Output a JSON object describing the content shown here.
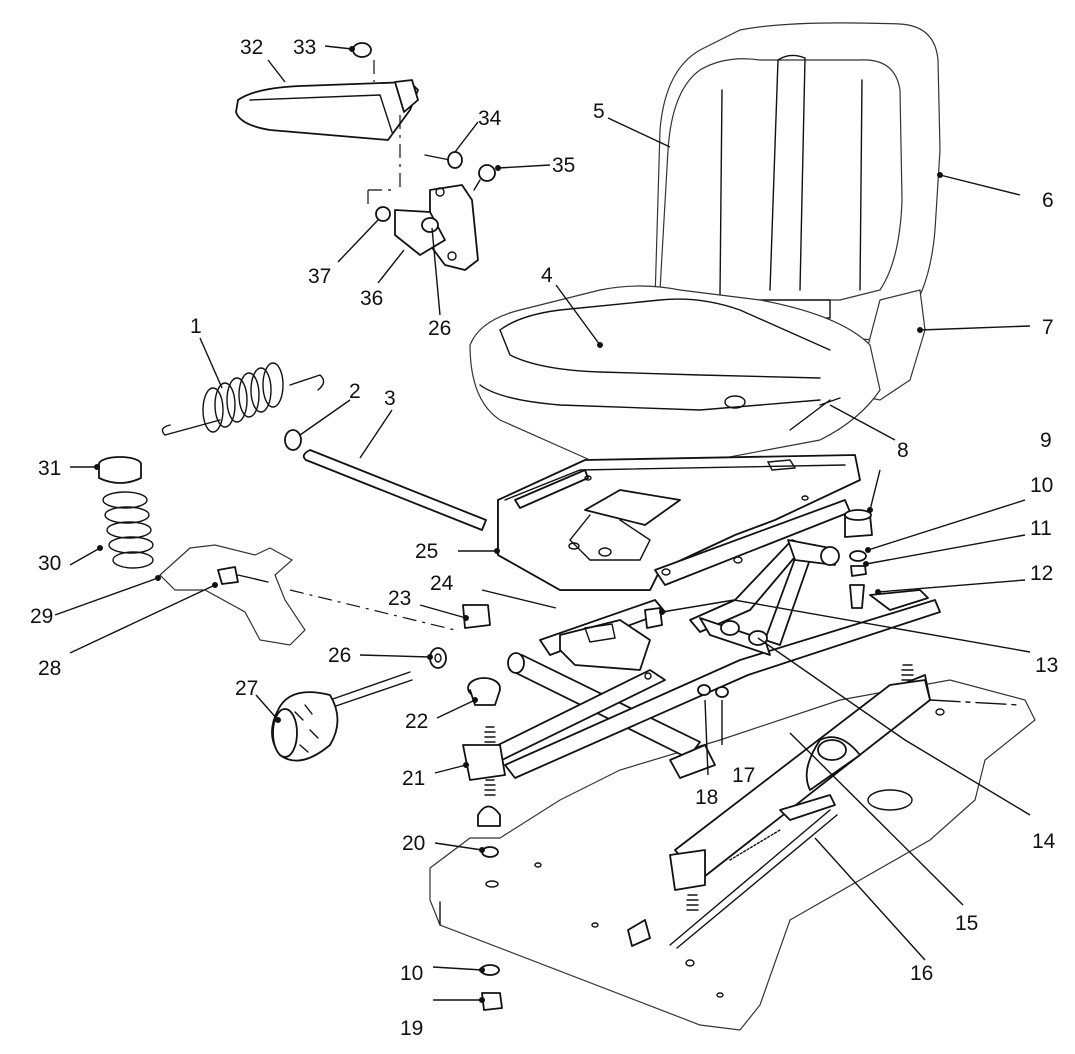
{
  "diagram": {
    "colors": {
      "ink": "#111111",
      "paper": "#ffffff"
    },
    "callouts": [
      {
        "id": "c1",
        "label": "1"
      },
      {
        "id": "c2",
        "label": "2"
      },
      {
        "id": "c3",
        "label": "3"
      },
      {
        "id": "c4",
        "label": "4"
      },
      {
        "id": "c5",
        "label": "5"
      },
      {
        "id": "c6",
        "label": "6"
      },
      {
        "id": "c7",
        "label": "7"
      },
      {
        "id": "c8",
        "label": "8"
      },
      {
        "id": "c9",
        "label": "9"
      },
      {
        "id": "c10a",
        "label": "10"
      },
      {
        "id": "c10b",
        "label": "10"
      },
      {
        "id": "c11",
        "label": "11"
      },
      {
        "id": "c12",
        "label": "12"
      },
      {
        "id": "c13",
        "label": "13"
      },
      {
        "id": "c14",
        "label": "14"
      },
      {
        "id": "c15",
        "label": "15"
      },
      {
        "id": "c16",
        "label": "16"
      },
      {
        "id": "c17",
        "label": "17"
      },
      {
        "id": "c18",
        "label": "18"
      },
      {
        "id": "c19",
        "label": "19"
      },
      {
        "id": "c20",
        "label": "20"
      },
      {
        "id": "c21",
        "label": "21"
      },
      {
        "id": "c22",
        "label": "22"
      },
      {
        "id": "c23",
        "label": "23"
      },
      {
        "id": "c24",
        "label": "24"
      },
      {
        "id": "c25",
        "label": "25"
      },
      {
        "id": "c26a",
        "label": "26"
      },
      {
        "id": "c26b",
        "label": "26"
      },
      {
        "id": "c27",
        "label": "27"
      },
      {
        "id": "c28",
        "label": "28"
      },
      {
        "id": "c29",
        "label": "29"
      },
      {
        "id": "c30",
        "label": "30"
      },
      {
        "id": "c31",
        "label": "31"
      },
      {
        "id": "c32",
        "label": "32"
      },
      {
        "id": "c33",
        "label": "33"
      },
      {
        "id": "c34",
        "label": "34"
      },
      {
        "id": "c35",
        "label": "35"
      },
      {
        "id": "c36",
        "label": "36"
      },
      {
        "id": "c37",
        "label": "37"
      }
    ]
  }
}
